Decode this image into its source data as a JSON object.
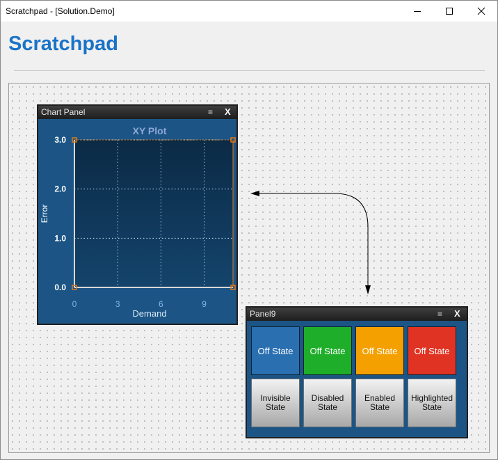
{
  "window": {
    "title": "Scratchpad - [Solution.Demo]"
  },
  "app": {
    "title": "Scratchpad"
  },
  "chart_panel": {
    "title": "Chart Panel",
    "menu_glyph": "≡",
    "close_glyph": "X"
  },
  "panel9": {
    "title": "Panel9",
    "menu_glyph": "≡",
    "close_glyph": "X",
    "buttons": [
      {
        "label": "Off State",
        "color": "#2a6fb0"
      },
      {
        "label": "Off State",
        "color": "#1fae2a"
      },
      {
        "label": "Off State",
        "color": "#f4a000"
      },
      {
        "label": "Off State",
        "color": "#e03323"
      },
      {
        "label": "Invisible State"
      },
      {
        "label": "Disabled State"
      },
      {
        "label": "Enabled State"
      },
      {
        "label": "Highlighted State"
      }
    ]
  },
  "chart_data": {
    "type": "scatter",
    "title": "XY Plot",
    "xlabel": "Demand",
    "ylabel": "Error",
    "xlim": [
      0,
      11
    ],
    "ylim": [
      0,
      3
    ],
    "x_ticks": [
      "0",
      "3",
      "6",
      "9"
    ],
    "y_ticks": [
      "0.0",
      "1.0",
      "2.0",
      "3.0"
    ],
    "grid": true,
    "series": []
  },
  "colors": {
    "accent": "#1a73c7",
    "plot_bg_top": "#0b2a45",
    "plot_bg_bottom": "#14446c",
    "axis_orange": "#e07a1a",
    "tick_label": "#7fb6e8"
  }
}
